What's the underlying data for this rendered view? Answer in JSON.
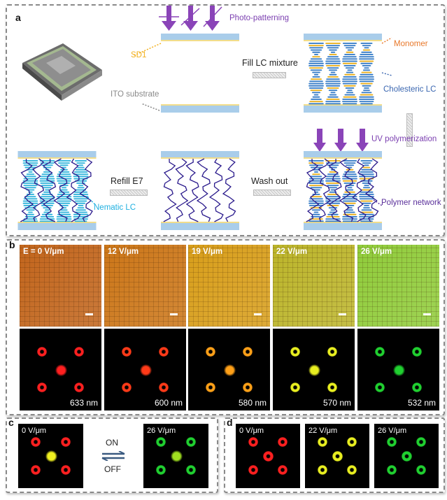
{
  "panel_a": {
    "label": "a",
    "photo_patterning": "Photo-patterning",
    "sd1": "SD1",
    "ito_substrate": "ITO substrate",
    "fill_lc_mixture": "Fill LC mixture",
    "monomer": "Monomer",
    "cholesteric_lc": "Cholesteric LC",
    "uv_polymerization": "UV polymerization",
    "refill_e7": "Refill E7",
    "wash_out": "Wash out",
    "nematic_lc": "Nematic LC",
    "polymer_network": "Polymer network",
    "colors": {
      "purple": "#7b3fb0",
      "sd1": "#f2b01e",
      "ito": "#8a8a8a",
      "monomer": "#e8782a",
      "cholesteric": "#3a66b0",
      "nematic": "#1fb0e0",
      "network": "#5a2f9a"
    }
  },
  "panel_b": {
    "label": "b",
    "columns": [
      {
        "field": "E = 0 V/μm",
        "wavelength": "633 nm",
        "micro_color": "#c2651c",
        "spot_color": "#ff2020"
      },
      {
        "field": "12 V/μm",
        "wavelength": "600 nm",
        "micro_color": "#cc7618",
        "spot_color": "#ff3a18"
      },
      {
        "field": "19 V/μm",
        "wavelength": "580 nm",
        "micro_color": "#d89e1a",
        "spot_color": "#ffa018"
      },
      {
        "field": "22 V/μm",
        "wavelength": "570 nm",
        "micro_color": "#bcb52a",
        "spot_color": "#e8ee20"
      },
      {
        "field": "26 V/μm",
        "wavelength": "532 nm",
        "micro_color": "#90cc3a",
        "spot_color": "#20d030"
      }
    ]
  },
  "panel_c": {
    "label": "c",
    "left": {
      "field": "0 V/μm",
      "spot_color": "#ff2020",
      "center_color": "#f0f020"
    },
    "right": {
      "field": "26 V/μm",
      "spot_color": "#20d030",
      "center_color": "#a0e020"
    },
    "on": "ON",
    "off": "OFF"
  },
  "panel_d": {
    "label": "d",
    "images": [
      {
        "field": "0 V/μm",
        "spot_color": "#ff2020"
      },
      {
        "field": "22 V/μm",
        "spot_color": "#e8ee20"
      },
      {
        "field": "26 V/μm",
        "spot_color": "#20d030"
      }
    ]
  }
}
